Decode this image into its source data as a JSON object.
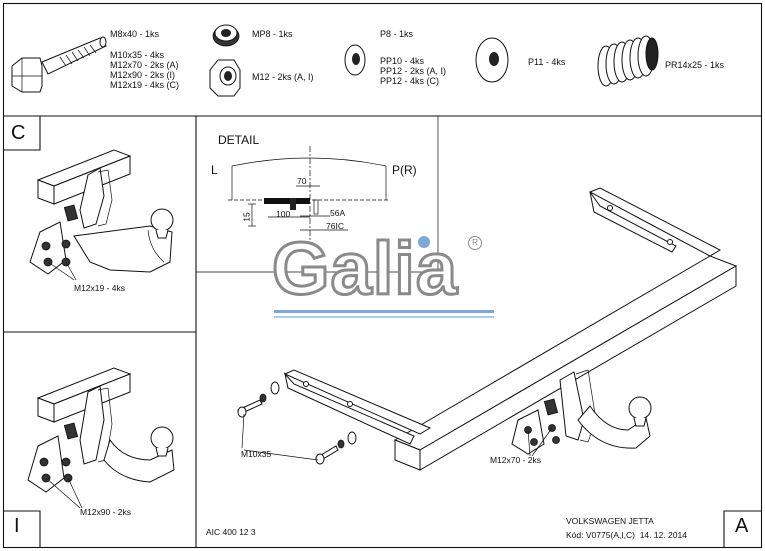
{
  "parts": {
    "bolt_m8": "M8x40 - 1ks",
    "bolt_list": [
      "M10x35 - 4ks",
      "M12x70 - 2ks (A)",
      "M12x90 - 2ks (I)",
      "M12x19 - 4ks (C)"
    ],
    "nut_mp8": "MP8 - 1ks",
    "nut_m12": "M12 - 2ks (A, I)",
    "washer_p8": "P8 - 1ks",
    "washer_list": [
      "PP10 - 4ks",
      "PP12 - 2ks (A, I)",
      "PP12 - 4ks (C)"
    ],
    "washer_p11": "P11 - 4ks",
    "spring": "PR14x25 - 1ks"
  },
  "panel_c": {
    "letter": "C",
    "label": "M12x19 - 4ks"
  },
  "panel_i": {
    "letter": "I",
    "label": "M12x90 - 2ks"
  },
  "detail": {
    "title": "DETAIL",
    "left": "L",
    "right": "P(R)",
    "dim_70": "70",
    "dim_100": "100",
    "dim_15": "15",
    "dim_56a": "56A",
    "dim_76ic": "76IC"
  },
  "logo": {
    "text": "Galia",
    "reg": "R"
  },
  "main": {
    "label_m10": "M10x35",
    "label_m12": "M12x70 - 2ks",
    "letter": "A"
  },
  "footer": {
    "code": "AIC 400 12 3",
    "vehicle": "VOLKSWAGEN JETTA",
    "kod": "Kód: V0775(A,I,C)  14. 12. 2014"
  },
  "colors": {
    "logo_gray": "#8a8a8a",
    "logo_blue": "#7fa8d9"
  }
}
